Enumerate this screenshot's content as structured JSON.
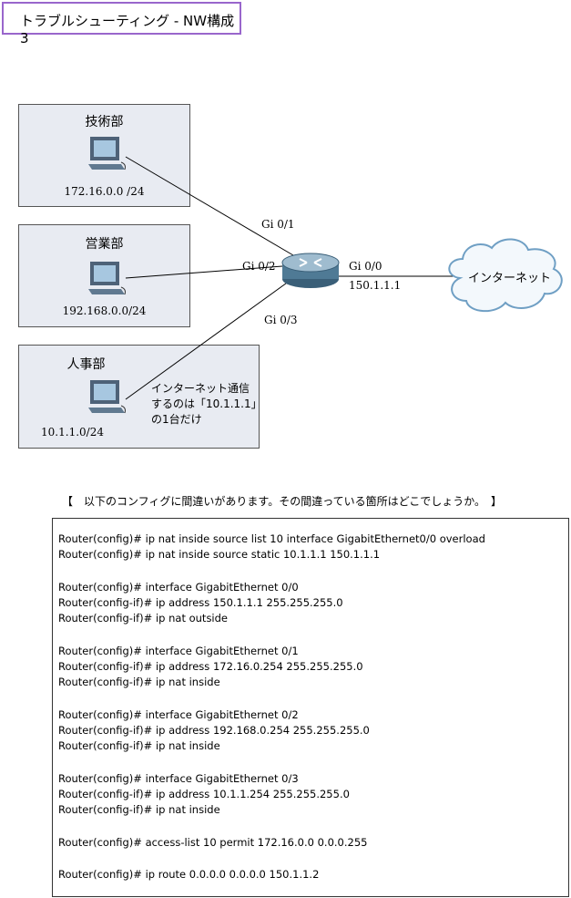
{
  "title": "トラブルシューティング - NW構成 3",
  "departments": [
    {
      "name": "技術部",
      "network": "172.16.0.0 /24"
    },
    {
      "name": "営業部",
      "network": "192.168.0.0/24"
    },
    {
      "name": "人事部",
      "network": "10.1.1.0/24"
    }
  ],
  "interfaces": {
    "gi01": "Gi 0/1",
    "gi02": "Gi 0/2",
    "gi03": "Gi 0/3",
    "gi00": "Gi 0/0"
  },
  "router_ip": "150.1.1.1",
  "internet": "インターネット",
  "note": "インターネット通信\nするのは「10.1.1.1」\nの1台だけ",
  "question": "【　以下のコンフィグに間違いがあります。その間違っている箇所はどこでしょうか。　】",
  "config_lines": [
    "Router(config)# ip nat inside source list 10 interface GigabitEthernet0/0 overload",
    "Router(config)# ip nat inside source static 10.1.1.1 150.1.1.1",
    "Router(config)# interface GigabitEthernet 0/0",
    "Router(config-if)# ip address 150.1.1.1 255.255.255.0",
    "Router(config-if)# ip nat outside",
    "Router(config)# interface GigabitEthernet 0/1",
    "Router(config-if)# ip address 172.16.0.254 255.255.255.0",
    "Router(config-if)# ip nat inside",
    "Router(config)# interface GigabitEthernet 0/2",
    "Router(config-if)# ip address 192.168.0.254 255.255.255.0",
    "Router(config-if)# ip nat inside",
    "Router(config)# interface GigabitEthernet 0/3",
    "Router(config-if)# ip address 10.1.1.254 255.255.255.0",
    "Router(config-if)# ip nat inside",
    "Router(config)# access-list 10 permit 172.16.0.0 0.0.0.255",
    "Router(config)# ip route 0.0.0.0 0.0.0.0 150.1.1.2"
  ]
}
